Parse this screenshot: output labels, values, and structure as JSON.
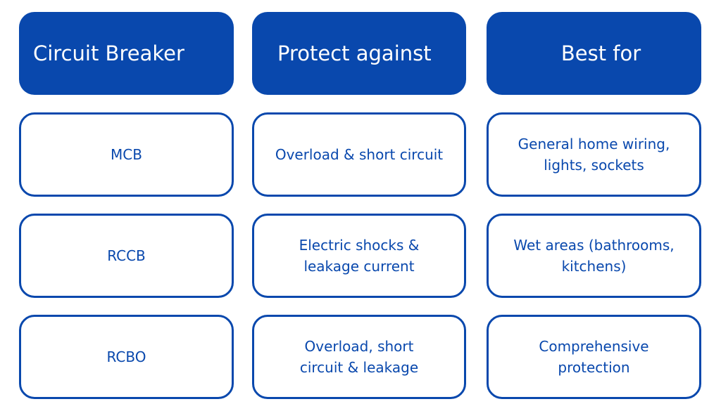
{
  "headers": [
    "Circuit Breaker",
    "Protect against",
    "Best for"
  ],
  "rows": [
    {
      "breaker": [
        "MCB"
      ],
      "protects": [
        "Overload & short circuit"
      ],
      "best_for": [
        "General home wiring,",
        "lights, sockets"
      ]
    },
    {
      "breaker": [
        "RCCB"
      ],
      "protects": [
        "Electric shocks &",
        "leakage current"
      ],
      "best_for": [
        "Wet areas (bathrooms,",
        "kitchens)"
      ]
    },
    {
      "breaker": [
        "RCBO"
      ],
      "protects": [
        "Overload, short",
        "circuit & leakage"
      ],
      "best_for": [
        "Comprehensive",
        "protection"
      ]
    }
  ],
  "colors": {
    "accent": "#0948ad",
    "background": "#ffffff"
  }
}
